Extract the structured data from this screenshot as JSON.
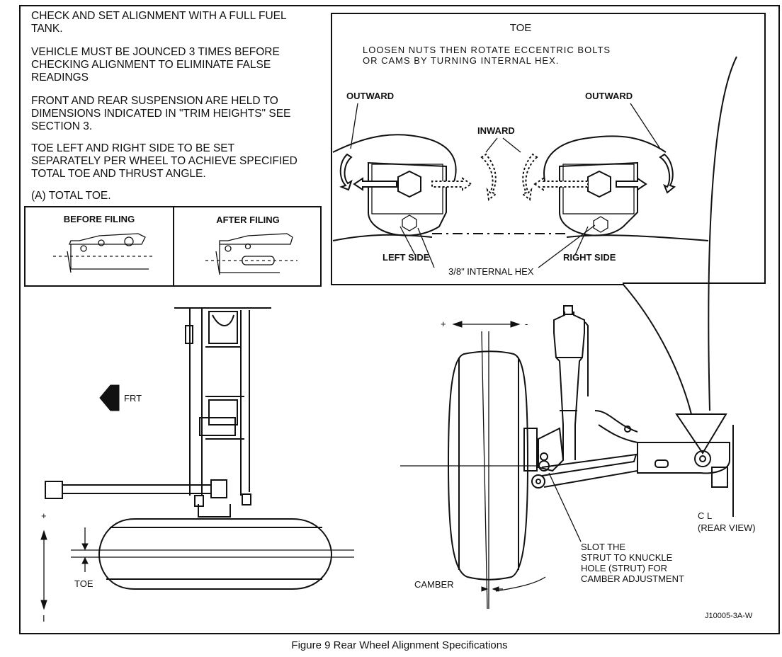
{
  "notes": {
    "n1_line1": "CHECK AND SET ALIGNMENT WITH A FULL FUEL",
    "n1_line2": "TANK.",
    "n2_line1": "VEHICLE MUST BE JOUNCED 3 TIMES BEFORE",
    "n2_line2": "CHECKING ALIGNMENT TO ELIMINATE FALSE",
    "n2_line3": "READINGS",
    "n3_line1": "FRONT AND REAR SUSPENSION ARE HELD TO",
    "n3_line2": "DIMENSIONS INDICATED IN \"TRIM HEIGHTS\" SEE",
    "n3_line3": "SECTION 3.",
    "n4_line1": "TOE LEFT AND RIGHT SIDE TO BE SET",
    "n4_line2": "SEPARATELY PER WHEEL TO ACHIEVE SPECIFIED",
    "n4_line3": "TOTAL TOE AND THRUST ANGLE.",
    "n5": "(A) TOTAL TOE."
  },
  "filing": {
    "before": "BEFORE FILING",
    "after": "AFTER FILING"
  },
  "toe_panel": {
    "title": "TOE",
    "instr_line1": "LOOSEN NUTS THEN ROTATE ECCENTRIC BOLTS",
    "instr_line2": "OR CAMS BY TURNING INTERNAL HEX.",
    "outward_left": "OUTWARD",
    "outward_right": "OUTWARD",
    "inward": "INWARD",
    "left_side": "LEFT SIDE",
    "right_side": "RIGHT SIDE",
    "hex": "3/8\" INTERNAL HEX"
  },
  "top_view": {
    "frt": "FRT",
    "toe": "TOE",
    "plus": "+",
    "minus": "I"
  },
  "rear_view": {
    "plus": "+",
    "minus": "-",
    "camber": "CAMBER",
    "cl_line1": "C L",
    "cl_line2": "(REAR VIEW)",
    "slot_line1": "SLOT THE",
    "slot_line2": "STRUT TO KNUCKLE",
    "slot_line3": "HOLE (STRUT) FOR",
    "slot_line4": "CAMBER ADJUSTMENT",
    "code": "J10005-3A-W"
  },
  "caption": "Figure 9 Rear Wheel Alignment Specifications"
}
